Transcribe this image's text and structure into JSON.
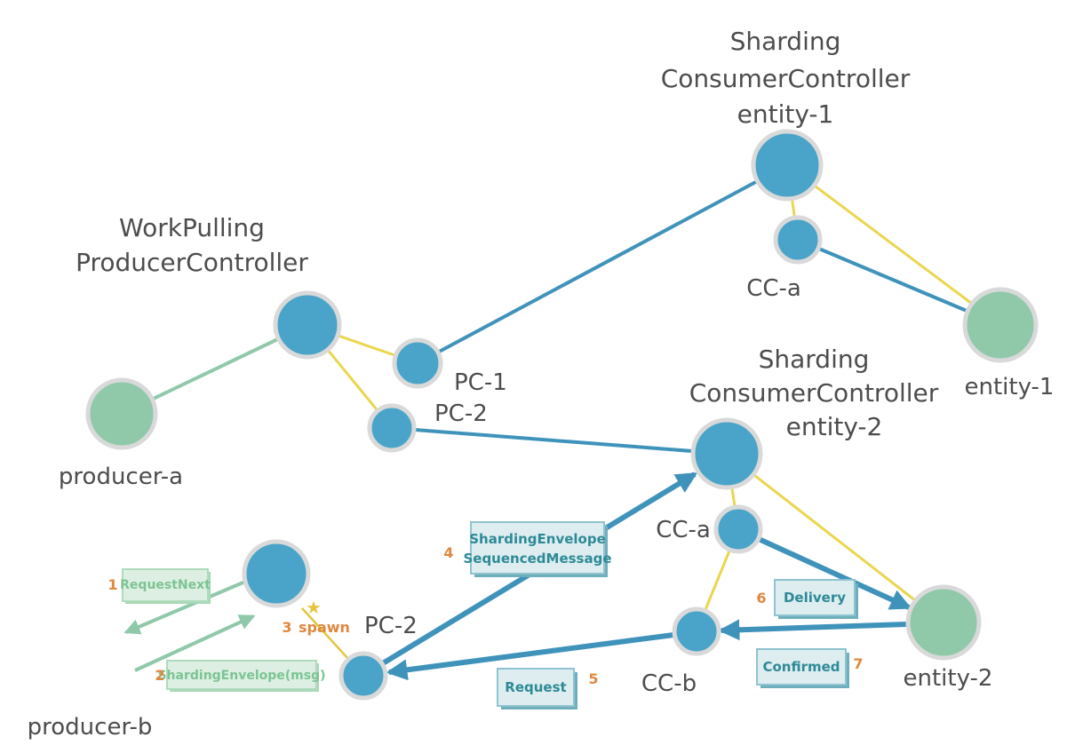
{
  "diagram": {
    "clusters": {
      "sharding_entity1": {
        "line1": "Sharding",
        "line2": "ConsumerController",
        "line3": "entity-1"
      },
      "workpulling": {
        "line1": "WorkPulling",
        "line2": "ProducerController"
      },
      "sharding_entity2": {
        "line1": "Sharding",
        "line2": "ConsumerController",
        "line3": "entity-2"
      }
    },
    "nodes": {
      "producer_a": {
        "label": "producer-a",
        "color": "green"
      },
      "producer_b": {
        "label": "producer-b",
        "color": "green"
      },
      "entity_1": {
        "label": "entity-1",
        "color": "green"
      },
      "entity_2": {
        "label": "entity-2",
        "color": "green"
      },
      "pc_1": {
        "label": "PC-1",
        "color": "blue"
      },
      "pc_2_top": {
        "label": "PC-2",
        "color": "blue"
      },
      "pc_2_bottom": {
        "label": "PC-2",
        "color": "blue"
      },
      "cc_a_entity1": {
        "label": "CC-a",
        "color": "blue"
      },
      "cc_a_entity2": {
        "label": "CC-a",
        "color": "blue"
      },
      "cc_b": {
        "label": "CC-b",
        "color": "blue"
      }
    },
    "steps": {
      "s1": {
        "num": "1",
        "label": "RequestNext"
      },
      "s2": {
        "num": "2",
        "label": "ShardingEnvelope(msg)"
      },
      "s3": {
        "num": "3",
        "label": "spawn",
        "star": "★"
      },
      "s4": {
        "num": "4",
        "line1": "ShardingEnvelope",
        "line2": "SequencedMessage"
      },
      "s5": {
        "num": "5",
        "label": "Request"
      },
      "s6": {
        "num": "6",
        "label": "Delivery"
      },
      "s7": {
        "num": "7",
        "label": "Confirmed"
      }
    },
    "colors": {
      "node_blue": "#4aa4c9",
      "node_green": "#8fc9a9",
      "node_ring": "#d9d9d9",
      "edge_blue": "#3f93bb",
      "edge_yellow": "#ead64f",
      "edge_green": "#8fc9a9",
      "step_number_orange": "#e0883f",
      "message_box_teal_bg": "#ddedf0",
      "message_box_teal_text": "#2e8a96",
      "message_box_green_bg": "#ddefe2",
      "message_box_green_text": "#7cc494",
      "label_gray": "#4d4d4d"
    }
  }
}
